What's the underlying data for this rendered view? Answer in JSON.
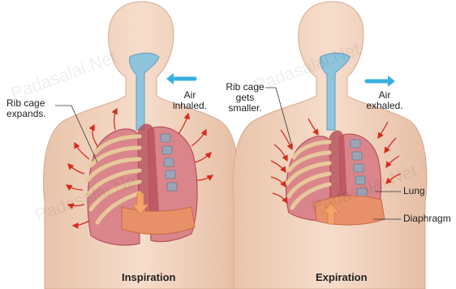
{
  "figure": {
    "left_panel": {
      "caption": "Inspiration",
      "rib_label": "Rib cage\nexpands.",
      "air_label": "Air\ninhaled."
    },
    "right_panel": {
      "caption": "Expiration",
      "rib_label": "Rib cage\ngets\nsmaller.",
      "air_label": "Air\nexhaled.",
      "lung_label": "Lung",
      "diaphragm_label": "Diaphragm"
    },
    "watermark": "Padasalai.Net",
    "colors": {
      "skin": "#f1d2bd",
      "lung": "#d9858b",
      "lung_dark": "#b7525e",
      "rib": "#e7c89a",
      "airway": "#8fc4dd",
      "diaphragm": "#e8906a",
      "air_arrow": "#3aaee0",
      "expand_arrow": "#d62c1f",
      "diaphragm_arrow": "#f4a46a"
    }
  }
}
